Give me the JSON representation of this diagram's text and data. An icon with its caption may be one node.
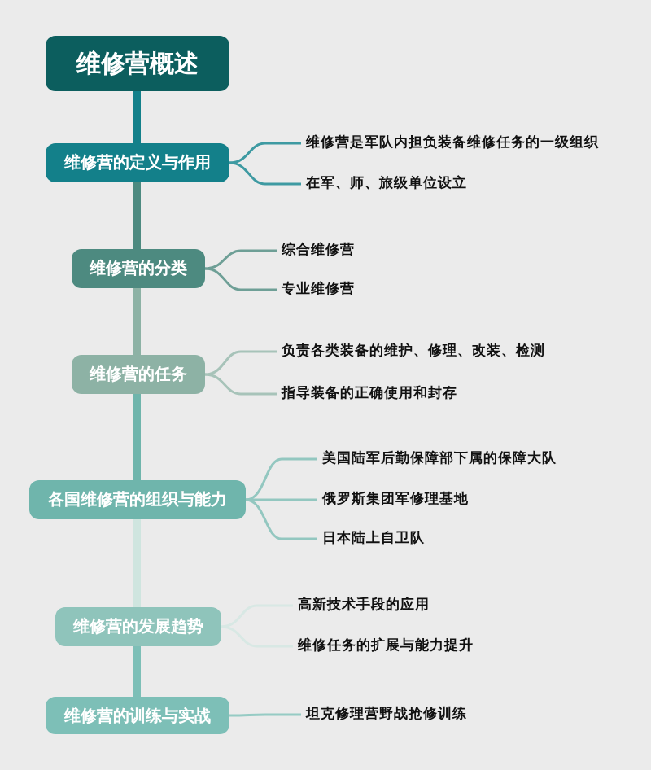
{
  "diagram": {
    "nodes": [
      {
        "text": [
          "维修营概述"
        ]
      },
      {
        "text": [
          "维修营的定义与作用"
        ]
      },
      {
        "text": [
          "维修营是军队内担负装备维修任务的一级组织"
        ]
      },
      {
        "text": [
          "在军、师、旅级单位设立"
        ]
      },
      {
        "text": [
          "维修营的分类"
        ]
      },
      {
        "text": [
          "综合维修营"
        ]
      },
      {
        "text": [
          "专业维修营"
        ]
      },
      {
        "text": [
          "维修营的任务"
        ]
      },
      {
        "text": [
          "负责各类装备的维护、修理、改装、检测"
        ]
      },
      {
        "text": [
          "指导装备的正确使用和封存"
        ]
      },
      {
        "text": [
          "各国维修营的组织与能力"
        ]
      },
      {
        "text": [
          "美国陆军后勤保障部下属的保障大队"
        ]
      },
      {
        "text": [
          "俄罗斯集团军修理基地"
        ]
      },
      {
        "text": [
          "日本陆上自卫队"
        ]
      },
      {
        "text": [
          "维修营的发展趋势"
        ]
      },
      {
        "text": [
          "高新技术手段的应用"
        ]
      },
      {
        "text": [
          "维修任务的扩展与能力提升"
        ]
      },
      {
        "text": [
          "维修营的训练与实战"
        ]
      },
      {
        "text": [
          "坦克修理营野战抢修训练"
        ]
      }
    ],
    "edges": [
      {
        "from": 0,
        "to": 1,
        "arrow": "none",
        "style": "thick",
        "color": "#13808a"
      },
      {
        "from": 1,
        "to": 4,
        "arrow": "none",
        "style": "thick",
        "color": "#4d8a80"
      },
      {
        "from": 4,
        "to": 7,
        "arrow": "none",
        "style": "thick",
        "color": "#8db2a5"
      },
      {
        "from": 7,
        "to": 10,
        "arrow": "none",
        "style": "thick",
        "color": "#6fb5ac"
      },
      {
        "from": 10,
        "to": 14,
        "arrow": "none",
        "style": "thick",
        "color": "#cfe5df"
      },
      {
        "from": 14,
        "to": 17,
        "arrow": "none",
        "style": "thick",
        "color": "#7dbfb7"
      },
      {
        "from": 1,
        "to": 2,
        "arrow": "none",
        "color": "#3e9aa2"
      },
      {
        "from": 1,
        "to": 3,
        "arrow": "none",
        "color": "#3e9aa2"
      },
      {
        "from": 4,
        "to": 5,
        "arrow": "none",
        "color": "#6e9f96"
      },
      {
        "from": 4,
        "to": 6,
        "arrow": "none",
        "color": "#6e9f96"
      },
      {
        "from": 7,
        "to": 8,
        "arrow": "none",
        "color": "#a7c3b9"
      },
      {
        "from": 7,
        "to": 9,
        "arrow": "none",
        "color": "#a7c3b9"
      },
      {
        "from": 10,
        "to": 11,
        "arrow": "none",
        "color": "#93c7c0"
      },
      {
        "from": 10,
        "to": 12,
        "arrow": "none",
        "color": "#93c7c0"
      },
      {
        "from": 10,
        "to": 13,
        "arrow": "none",
        "color": "#93c7c0"
      },
      {
        "from": 14,
        "to": 15,
        "arrow": "none",
        "color": "#d8e8e4"
      },
      {
        "from": 14,
        "to": 16,
        "arrow": "none",
        "color": "#d8e8e4"
      },
      {
        "from": 17,
        "to": 18,
        "arrow": "none",
        "color": "#96cbc4"
      }
    ]
  }
}
